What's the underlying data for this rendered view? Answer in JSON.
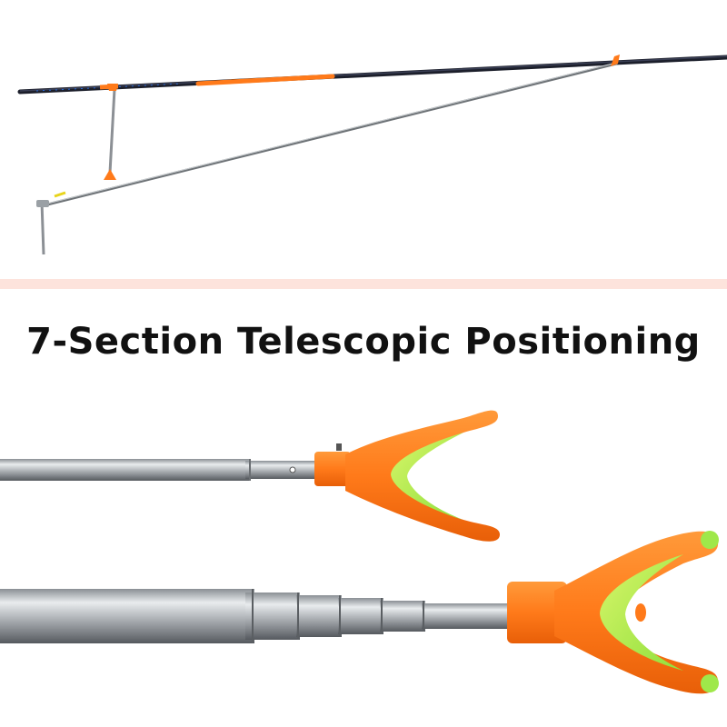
{
  "headline": "7-Section Telescopic Positioning",
  "colors": {
    "accent_orange": "#ff7a1a",
    "tip_green": "#9fe84a",
    "steel": "#b8bcc0",
    "divider": "#fde3dc",
    "rod_dark": "#1c1f2b"
  },
  "products": {
    "rod_setup": "fishing-rod-with-rest-photo",
    "rest_heads": "telescopic-rod-rest-heads-photo"
  }
}
